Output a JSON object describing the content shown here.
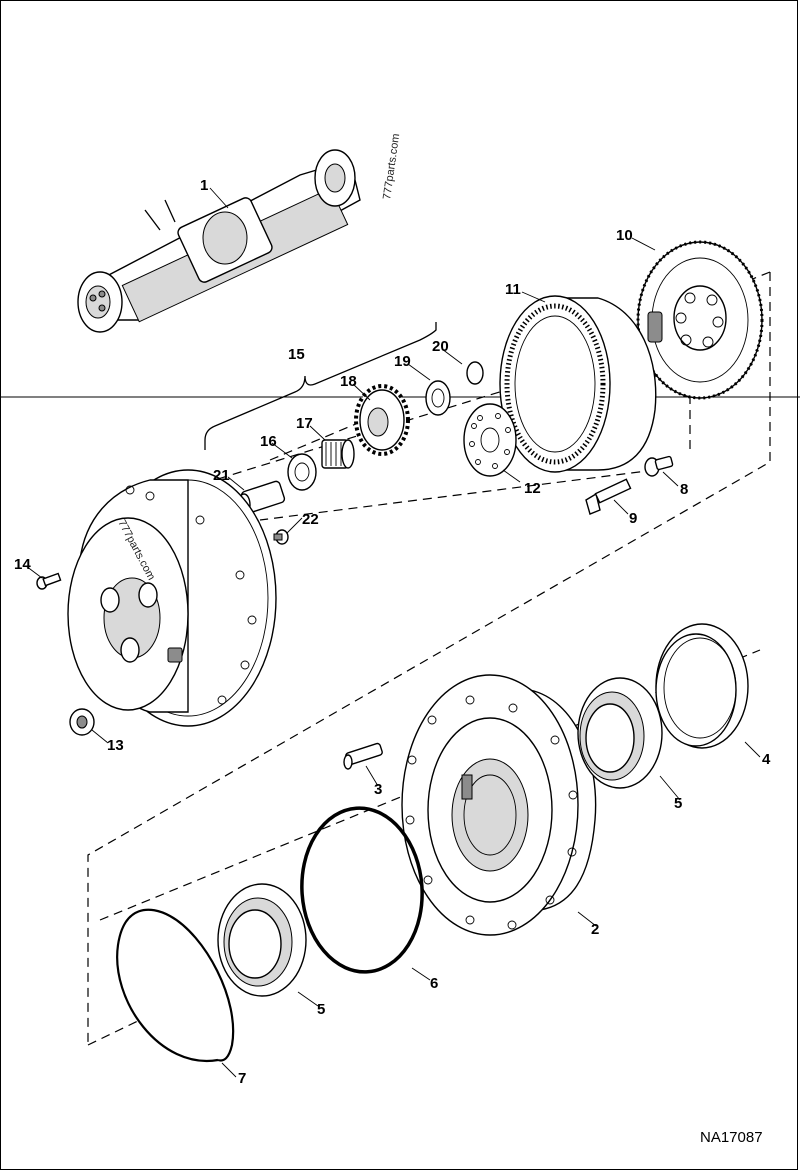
{
  "diagram": {
    "figure_id": "NA17087",
    "watermarks": [
      "777parts.com",
      "777parts.com"
    ],
    "callouts": [
      {
        "id": "c1",
        "label": "1"
      },
      {
        "id": "c2",
        "label": "2"
      },
      {
        "id": "c3",
        "label": "3"
      },
      {
        "id": "c4",
        "label": "4"
      },
      {
        "id": "c5a",
        "label": "5"
      },
      {
        "id": "c5b",
        "label": "5"
      },
      {
        "id": "c6",
        "label": "6"
      },
      {
        "id": "c7",
        "label": "7"
      },
      {
        "id": "c8",
        "label": "8"
      },
      {
        "id": "c9",
        "label": "9"
      },
      {
        "id": "c10",
        "label": "10"
      },
      {
        "id": "c11",
        "label": "11"
      },
      {
        "id": "c12",
        "label": "12"
      },
      {
        "id": "c13",
        "label": "13"
      },
      {
        "id": "c14",
        "label": "14"
      },
      {
        "id": "c15",
        "label": "15"
      },
      {
        "id": "c16",
        "label": "16"
      },
      {
        "id": "c17",
        "label": "17"
      },
      {
        "id": "c18",
        "label": "18"
      },
      {
        "id": "c19",
        "label": "19"
      },
      {
        "id": "c20",
        "label": "20"
      },
      {
        "id": "c21",
        "label": "21"
      },
      {
        "id": "c22",
        "label": "22"
      }
    ]
  }
}
